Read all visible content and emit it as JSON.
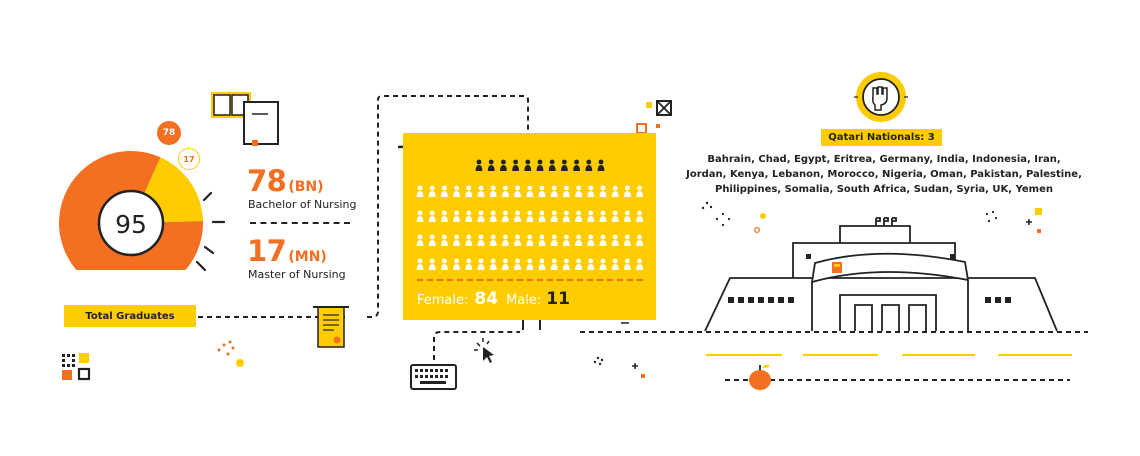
{
  "chart_data": {
    "type": "pie",
    "total_value": "95",
    "total_label": "Total Graduates",
    "slices": [
      {
        "abbr": "BN",
        "label": "Bachelor of Nursing",
        "value": 78,
        "color": "#f36f21"
      },
      {
        "abbr": "MN",
        "label": "Master of Nursing",
        "value": 17,
        "color": "#ffcc00"
      }
    ]
  },
  "degrees": {
    "bn": {
      "value": "78",
      "abbr": "(BN)",
      "label": "Bachelor of Nursing"
    },
    "mn": {
      "value": "17",
      "abbr": "(MN)",
      "label": "Master of Nursing"
    }
  },
  "gender": {
    "female_label": "Female:",
    "female_value": 84,
    "male_label": "Male:",
    "male_value": 11,
    "female_color": "#ffffff",
    "male_color": "#222222",
    "board_color": "#ffcc00"
  },
  "nationalities": {
    "qatari_label": "Qatari Nationals: 3",
    "countries_lines": [
      "Bahrain, Chad, Egypt, Eritrea, Germany, India, Indonesia, Iran,",
      "Jordan, Kenya, Lebanon, Morocco, Nigeria, Oman, Pakistan, Palestine,",
      "Philippines, Somalia, South Africa, Sudan, Syria, UK, Yemen"
    ]
  },
  "icons": {
    "books": "books-icon",
    "diploma": "diploma-scroll-icon",
    "glasses": "glasses-icon",
    "lightbulb": "lightbulb-icon",
    "keyboard": "keyboard-icon",
    "cursor": "cursor-click-icon",
    "fist": "raised-fist-icon",
    "apple": "apple-icon",
    "building": "university-building-icon"
  },
  "colors": {
    "orange": "#f36f21",
    "yellow": "#ffcc00",
    "dark": "#222222"
  }
}
